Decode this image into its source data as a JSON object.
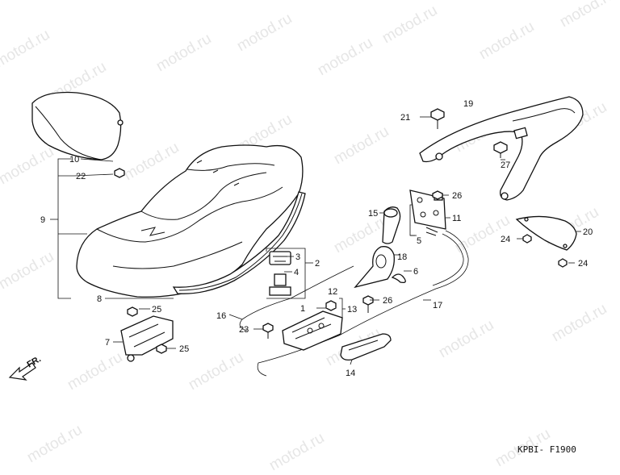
{
  "watermark": "motod.ru",
  "diagram_code": "KPBI- F1900",
  "direction_label": "FR.",
  "callouts": {
    "p1": "1",
    "p2": "2",
    "p3": "3",
    "p4": "4",
    "p5": "5",
    "p6": "6",
    "p7": "7",
    "p8": "8",
    "p9": "9",
    "p10": "10",
    "p11": "11",
    "p12": "12",
    "p13": "13",
    "p14": "14",
    "p15": "15",
    "p16": "16",
    "p17": "17",
    "p18": "18",
    "p19": "19",
    "p20": "20",
    "p21": "21",
    "p22": "22",
    "p23": "23",
    "p24a": "24",
    "p24b": "24",
    "p25a": "25",
    "p25b": "25",
    "p26a": "26",
    "p26b": "26",
    "p27": "27"
  }
}
